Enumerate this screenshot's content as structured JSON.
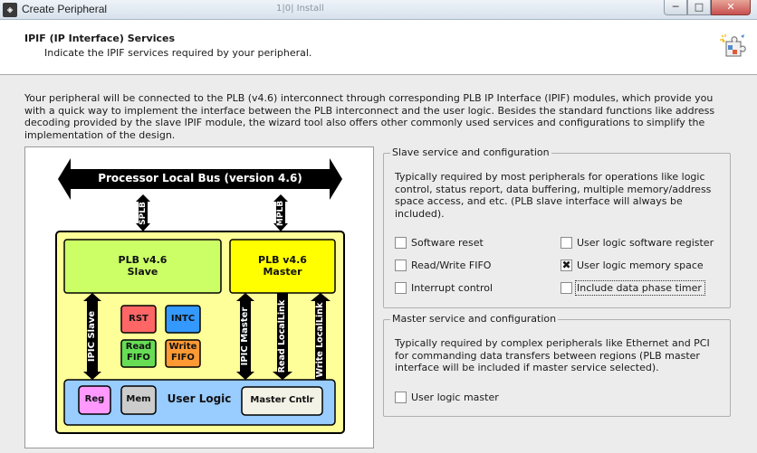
{
  "window": {
    "title": "Create Peripheral",
    "ghost_tab": "1|0| Install",
    "minimize_glyph": "─",
    "maximize_glyph": "□",
    "close_glyph": "✕"
  },
  "header": {
    "title": "IPIF (IP Interface) Services",
    "subtitle": "Indicate the IPIF services required by your peripheral."
  },
  "intro": "Your peripheral will be connected to the PLB (v4.6) interconnect through corresponding PLB IP Interface (IPIF) modules, which provide you with a quick way to implement the interface between the PLB interconnect and the user logic. Besides the standard functions like address decoding provided by the slave IPIF module, the wizard tool also offers other commonly used services and configurations to simplify the implementation of the design.",
  "diagram": {
    "bus_label": "Processor Local Bus (version 4.6)",
    "splb": "SPLB",
    "mplb": "MPLB",
    "slave_block": [
      "PLB v4.6",
      "Slave"
    ],
    "master_block": [
      "PLB v4.6",
      "Master"
    ],
    "rst": "RST",
    "intc": "INTC",
    "read_fifo": [
      "Read",
      "FIFO"
    ],
    "write_fifo": [
      "Write",
      "FIFO"
    ],
    "ipic_slave": "IPIC Slave",
    "ipic_master": "IPIC Master",
    "read_locallink": "Read LocalLink",
    "write_locallink": "Write LocalLink",
    "reg": "Reg",
    "mem": "Mem",
    "user_logic": "User Logic",
    "master_cntlr": "Master Cntlr",
    "colors": {
      "bus": "#000000",
      "container": "#ffff99",
      "slave": "#ccff66",
      "master": "#ffff00",
      "user_logic": "#99ccff",
      "rst": "#ff6666",
      "intc": "#3399ff",
      "read_fifo": "#66dd55",
      "write_fifo": "#ff9933",
      "reg": "#ff99ff",
      "mem": "#cccccc",
      "master_cntlr": "#f2f2e6"
    }
  },
  "slave_group": {
    "legend": "Slave service and configuration",
    "description": "Typically required by most peripherals for operations like logic control, status report, data buffering, multiple memory/address space access, and etc. (PLB slave interface will always be included).",
    "options": [
      {
        "label": "Software reset",
        "checked": false
      },
      {
        "label": "User logic software register",
        "checked": false
      },
      {
        "label": "Read/Write FIFO",
        "checked": false
      },
      {
        "label": "User logic memory space",
        "checked": true
      },
      {
        "label": "Interrupt control",
        "checked": false
      },
      {
        "label": "Include data phase timer",
        "checked": false
      }
    ]
  },
  "master_group": {
    "legend": "Master service and configuration",
    "description": "Typically required by complex peripherals like Ethernet and PCI for commanding data transfers between regions (PLB master interface will be included if master service selected).",
    "options": [
      {
        "label": "User logic master",
        "checked": false
      }
    ]
  },
  "check_mark": "✖"
}
